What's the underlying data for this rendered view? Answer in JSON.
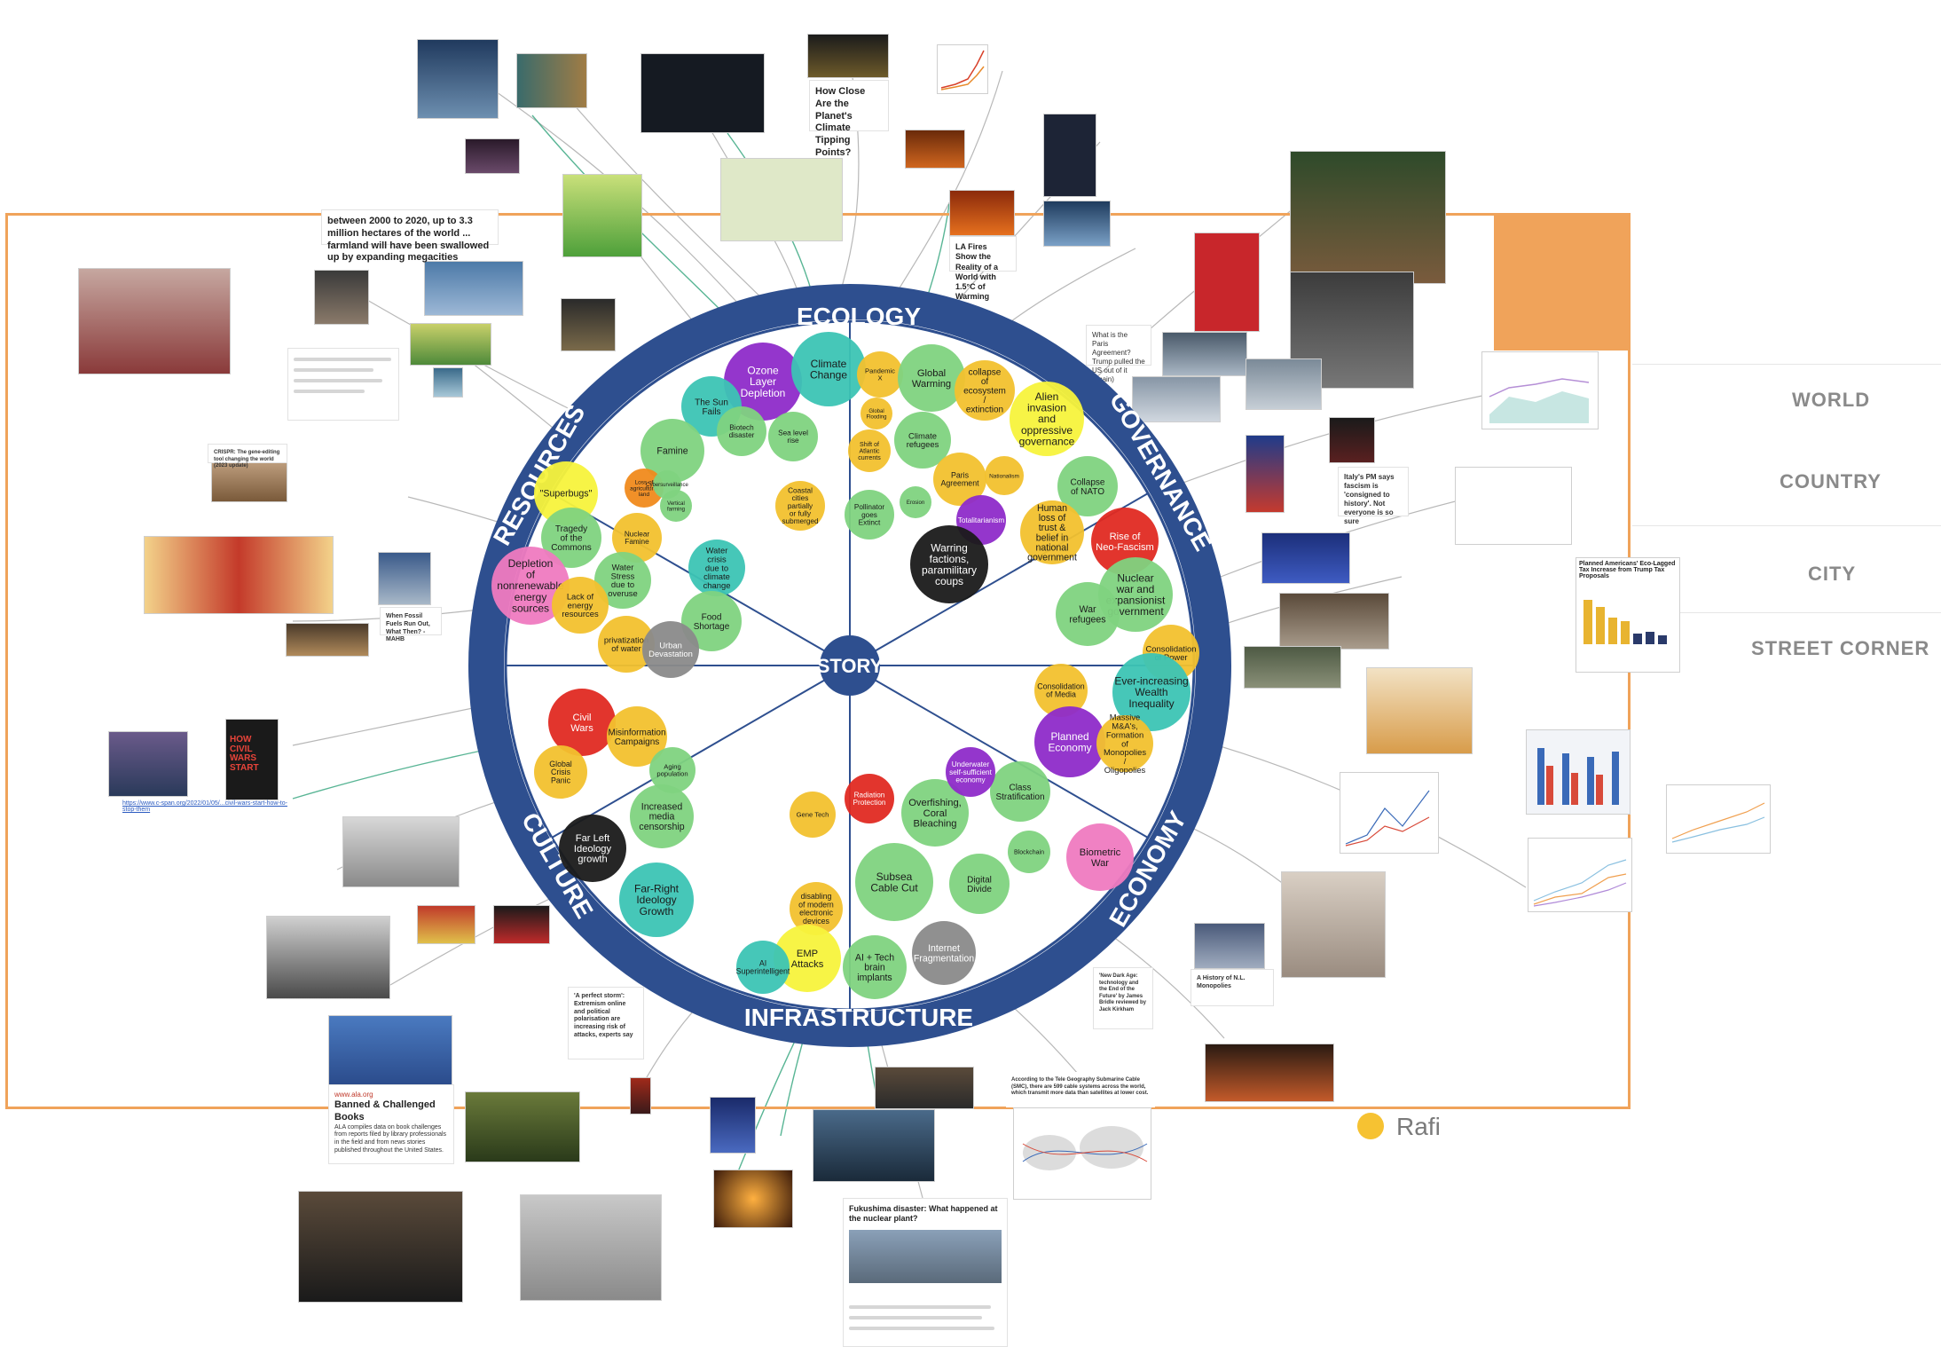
{
  "levels": [
    "WORLD",
    "COUNTRY",
    "CITY",
    "STREET CORNER"
  ],
  "legend": {
    "name": "Rafi",
    "color": "#f6c232"
  },
  "wheel": {
    "center": "STORY",
    "ring_labels": {
      "top": "ECOLOGY",
      "right_top": "GOVERNANCE",
      "right_bottom": "ECONOMY",
      "bottom": "INFRASTRUCTURE",
      "left_bottom": "CULTURE",
      "left_top": "RESOURCES"
    },
    "ring_color": "#2e4f8f"
  },
  "bubbles": [
    {
      "label": "Ozone Layer Depletion",
      "color": "#8e2bc9"
    },
    {
      "label": "Climate Change",
      "color": "#3cc4b4"
    },
    {
      "label": "Pandemic X",
      "color": "#f2c12e"
    },
    {
      "label": "Global Warming",
      "color": "#7fd37f"
    },
    {
      "label": "collapse of ecosystem / extinction",
      "color": "#f2c12e"
    },
    {
      "label": "Alien invasion and oppressive governance",
      "color": "#f7f33c"
    },
    {
      "label": "The Sun Fails",
      "color": "#3cc4b4"
    },
    {
      "label": "Biotech disaster",
      "color": "#7fd37f"
    },
    {
      "label": "Sea level rise",
      "color": "#7fd37f"
    },
    {
      "label": "Shift of Atlantic currents",
      "color": "#f2c12e"
    },
    {
      "label": "Global Flooding",
      "color": "#f2c12e"
    },
    {
      "label": "Climate refugees",
      "color": "#7fd37f"
    },
    {
      "label": "Famine",
      "color": "#7fd37f"
    },
    {
      "label": "Paris Agreement",
      "color": "#f2c12e"
    },
    {
      "label": "Nationalism",
      "color": "#f2c12e"
    },
    {
      "label": "Collapse of NATO",
      "color": "#7fd37f"
    },
    {
      "label": "Totalitarianism",
      "color": "#8e2bc9"
    },
    {
      "label": "Human loss of trust & belief in national government",
      "color": "#f2c12e"
    },
    {
      "label": "Rise of Neo-Fascism",
      "color": "#e02a22"
    },
    {
      "label": "\"Superbugs\"",
      "color": "#f7f33c"
    },
    {
      "label": "Loss of agricultural land",
      "color": "#f08a1c"
    },
    {
      "label": "Vertical farming",
      "color": "#7fd37f"
    },
    {
      "label": "Coastal cities partially or fully submerged",
      "color": "#f2c12e"
    },
    {
      "label": "Pollinator goes Extinct",
      "color": "#7fd37f"
    },
    {
      "label": "Erosion",
      "color": "#7fd37f"
    },
    {
      "label": "Warring factions, paramilitary coups",
      "color": "#1a1a1a"
    },
    {
      "label": "Tragedy of the Commons",
      "color": "#7fd37f"
    },
    {
      "label": "Nuclear Famine",
      "color": "#f2c12e"
    },
    {
      "label": "Water crisis due to climate change",
      "color": "#3cc4b4"
    },
    {
      "label": "Water Stress due to overuse",
      "color": "#7fd37f"
    },
    {
      "label": "Depletion of nonrenewable energy sources",
      "color": "#ef7ac0"
    },
    {
      "label": "Lack of energy resources",
      "color": "#f2c12e"
    },
    {
      "label": "Food Shortage",
      "color": "#7fd37f"
    },
    {
      "label": "privatization of water",
      "color": "#f2c12e"
    },
    {
      "label": "Urban Devastation",
      "color": "#8a8a8a"
    },
    {
      "label": "Nuclear war and expansionist government",
      "color": "#7fd37f"
    },
    {
      "label": "War refugees",
      "color": "#7fd37f"
    },
    {
      "label": "Consolidation of Power",
      "color": "#f2c12e"
    },
    {
      "label": "Ever-increasing Wealth Inequality",
      "color": "#3cc4b4"
    },
    {
      "label": "Consolidation of Media",
      "color": "#f2c12e"
    },
    {
      "label": "Civil Wars",
      "color": "#e02a22"
    },
    {
      "label": "Misinformation Campaigns",
      "color": "#f2c12e"
    },
    {
      "label": "Global Crisis Panic",
      "color": "#f2c12e"
    },
    {
      "label": "Aging population",
      "color": "#7fd37f"
    },
    {
      "label": "Increased media censorship",
      "color": "#7fd37f"
    },
    {
      "label": "Gene Tech",
      "color": "#f2c12e"
    },
    {
      "label": "Radiation Protection",
      "color": "#e02a22"
    },
    {
      "label": "Overfishing, Coral Bleaching",
      "color": "#7fd37f"
    },
    {
      "label": "Class Stratification",
      "color": "#7fd37f"
    },
    {
      "label": "Planned Economy",
      "color": "#8e2bc9"
    },
    {
      "label": "Far Left Ideology growth",
      "color": "#1a1a1a"
    },
    {
      "label": "Far-Right Ideology Growth",
      "color": "#3cc4b4"
    },
    {
      "label": "Subsea Cable Cut",
      "color": "#7fd37f"
    },
    {
      "label": "Digital Divide",
      "color": "#7fd37f"
    },
    {
      "label": "Blockchain",
      "color": "#7fd37f"
    },
    {
      "label": "Biometric War",
      "color": "#ef7ac0"
    },
    {
      "label": "disabling of modern electronic devices",
      "color": "#f2c12e"
    },
    {
      "label": "EMP Attacks",
      "color": "#f7f33c"
    },
    {
      "label": "AI + Tech brain implants",
      "color": "#7fd37f"
    },
    {
      "label": "Internet Fragmentation",
      "color": "#8a8a8a"
    },
    {
      "label": "AI Superintelligent",
      "color": "#3cc4b4"
    },
    {
      "label": "Underwater self-sufficient economy",
      "color": "#8e2bc9"
    },
    {
      "label": "Massive M&A's, Formation of Monopolies / Oligopolies",
      "color": "#f2c12e"
    },
    {
      "label": "Cybersurveillance",
      "color": "#7fd37f"
    }
  ],
  "cards": {
    "desertification": "between 2000 to 2020, up to 3.3 million hectares of the world ... farmland will have been swallowed up by expanding megacities",
    "climate_tipping": "How Close Are the Planet's Climate Tipping Points?",
    "la_fires": "LA Fires Show the Reality of a World with 1.5°C of Warming",
    "paris_exit": "What is the Paris Agreement? Trump pulled the US out of it (again)",
    "italy_pm": "Italy's PM says fascism is 'consigned to history'. Not everyone is so sure",
    "fossil_fuels": "When Fossil Fuels Run Out, What Then? - MAHB",
    "crispr": "CRISPR: The gene-editing tool changing the world (2023 update)",
    "tariff": "Planned Americans' Eco-Lagged Tax Increase from Trump Tax Proposals",
    "ala": "Banned & Challenged Books",
    "ala_body": "ALA compiles data on book challenges from reports filed by library professionals in the field and from news stories published throughout the United States.",
    "ala_url": "www.ala.org",
    "perfect_storm": "'A perfect storm': Extremism online and political polarisation are increasing risk of attacks, experts say",
    "dark_age": "'New Dark Age: technology and the End of the Future' by James Bridle reviewed by Jack Kirkham",
    "nl_monopolies": "A History of N.L. Monopolies",
    "fukushima": "Fukushima disaster: What happened at the nuclear plant?",
    "cables": "According to the Tele Geography Submarine Cable (SMC), there are 599 cable systems across the world, which transmit more data than satellites at lower cost.",
    "civil_wars_link": "https://www.c-span.org/2022/01/05/...civil-wars-start-how-to-stop-them",
    "book_title": "HOW CIVIL WARS START"
  }
}
